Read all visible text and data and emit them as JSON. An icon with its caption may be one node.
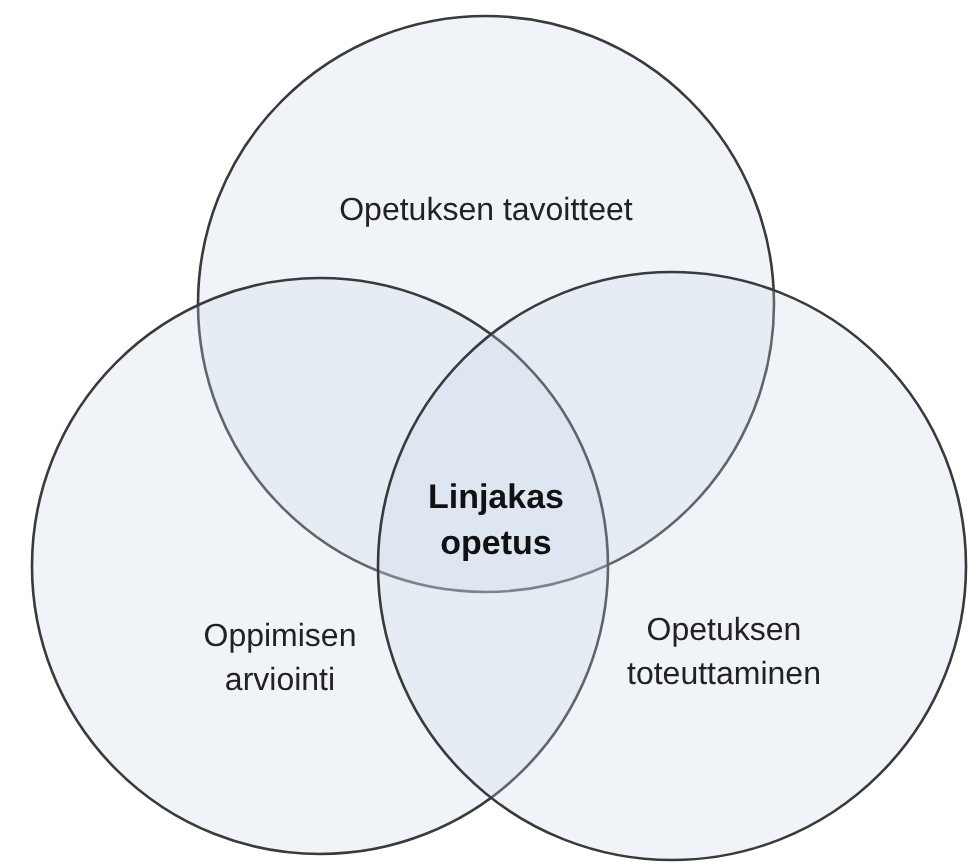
{
  "diagram": {
    "nodes": [
      {
        "text": [
          "Opetuksen tavoitteet"
        ]
      },
      {
        "text": [
          "Oppimisen arviointi"
        ]
      },
      {
        "text": [
          "Opetuksen toteuttaminen"
        ]
      }
    ],
    "labels": [
      "Linjakas opetus"
    ]
  }
}
